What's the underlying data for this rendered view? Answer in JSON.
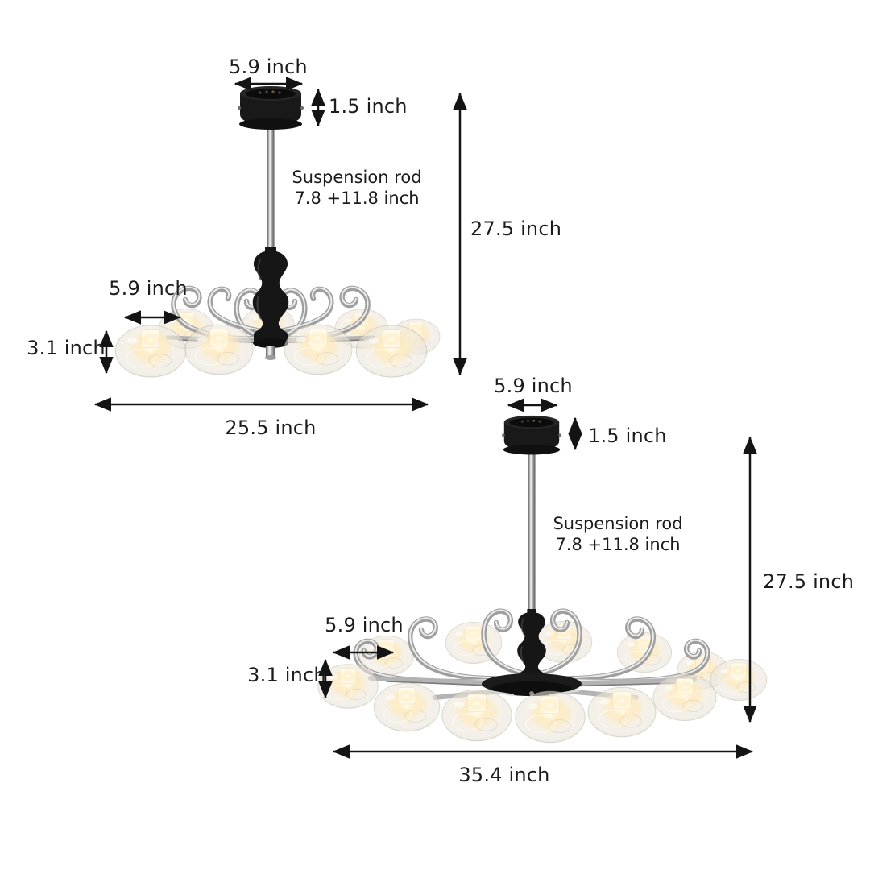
{
  "page": {
    "background_color": "#ffffff",
    "text_color": "#1c1c1c",
    "arrow_color": "#141414",
    "canopy_color": "#191919",
    "chrome_color": "#c0c0c0",
    "glass_glow_color": "#ffeec6"
  },
  "chandeliers": {
    "small": {
      "canopy_width": "5.9 inch",
      "canopy_height": "1.5 inch",
      "suspension_rod_line1": "Suspension rod",
      "suspension_rod_line2": "7.8 +11.8 inch",
      "total_height": "27.5 inch",
      "shade_width": "5.9 inch",
      "shade_height": "3.1 inch",
      "total_width": "25.5 inch"
    },
    "large": {
      "canopy_width": "5.9 inch",
      "canopy_height": "1.5 inch",
      "suspension_rod_line1": "Suspension rod",
      "suspension_rod_line2": "7.8 +11.8 inch",
      "total_height": "27.5 inch",
      "shade_width": "5.9 inch",
      "shade_height": "3.1 inch",
      "total_width": "35.4 inch"
    }
  }
}
